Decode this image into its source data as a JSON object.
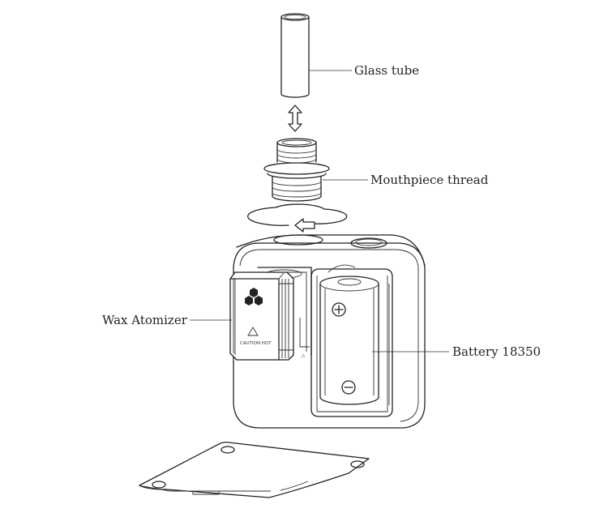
{
  "labels": {
    "glass_tube": "Glass tube",
    "mouthpiece_thread": "Mouthpiece thread",
    "wax_atomizer": "Wax Atomizer",
    "battery": "Battery 18350"
  },
  "atomizer_warning": "CAUTION HOT"
}
